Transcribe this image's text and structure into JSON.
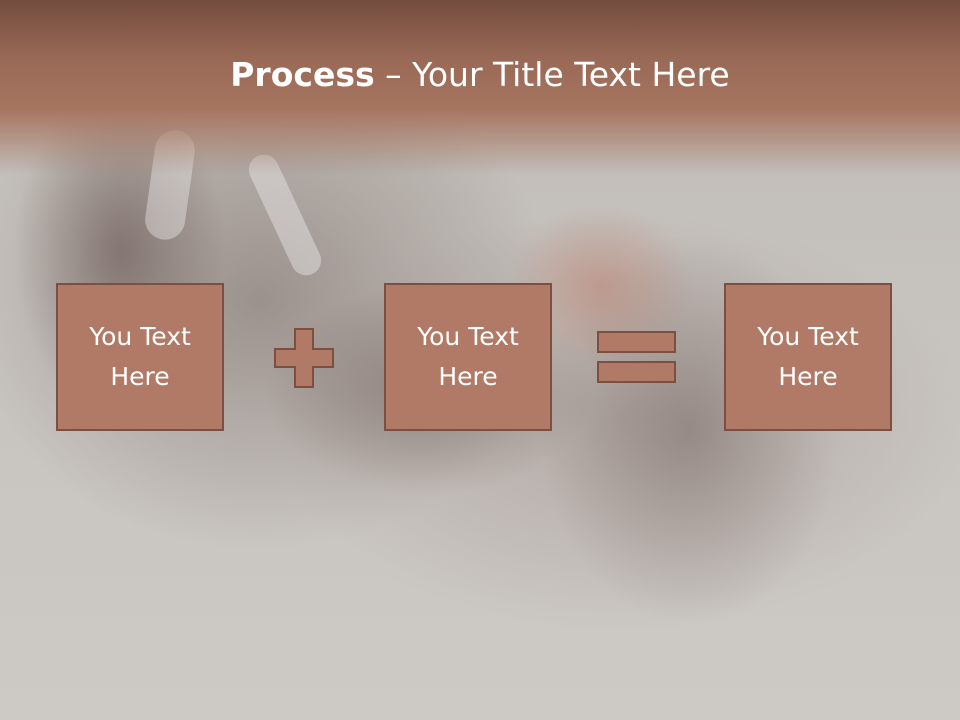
{
  "title": {
    "bold": "Process",
    "dash": " – ",
    "rest": "Your Title Text Here"
  },
  "boxes": [
    {
      "text": "You Text Here"
    },
    {
      "text": "You Text Here"
    },
    {
      "text": "You Text Here"
    }
  ],
  "operators": {
    "first": "plus-icon",
    "second": "equals-icon"
  },
  "colors": {
    "title_band": "#9a6a57",
    "box_fill": "#b07a66",
    "box_border": "#7d4f41",
    "text": "#ffffff"
  }
}
